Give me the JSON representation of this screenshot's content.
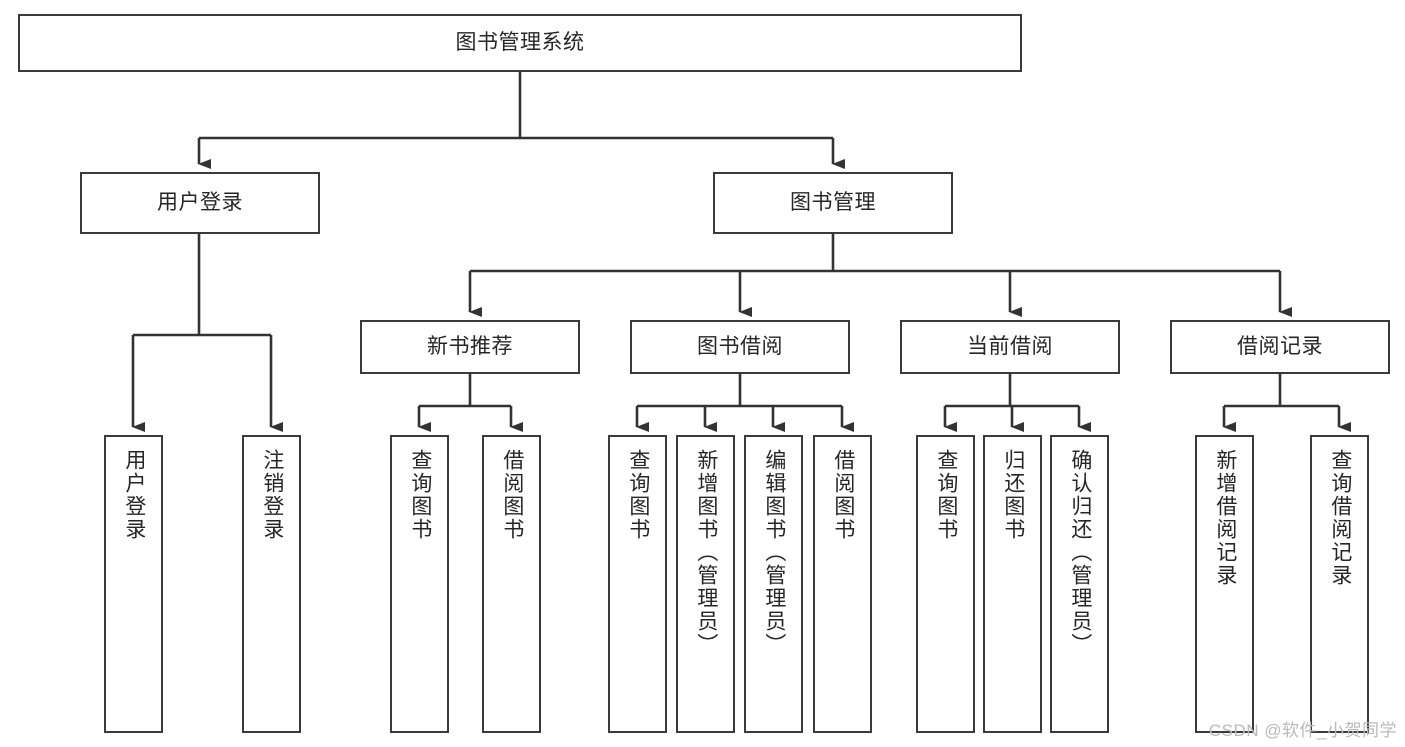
{
  "diagram": {
    "title": "图书管理系统",
    "type": "hierarchy-tree",
    "watermark": "CSDN @软件_小贺同学",
    "colors": {
      "box_border": "#3a3a3a",
      "box_fill": "#ffffff",
      "text": "#262626",
      "connector": "#333333",
      "watermark": "#b9b9b9",
      "background": "#ffffff"
    },
    "nodes": {
      "root": {
        "label": "图书管理系统"
      },
      "level1": [
        {
          "label": "用户登录"
        },
        {
          "label": "图书管理"
        }
      ],
      "level2": [
        {
          "label": "新书推荐"
        },
        {
          "label": "图书借阅"
        },
        {
          "label": "当前借阅"
        },
        {
          "label": "借阅记录"
        }
      ],
      "leaves": {
        "user_login": [
          {
            "label": "用户登录"
          },
          {
            "label": "注销登录"
          }
        ],
        "new_book_recommend": [
          {
            "label": "查询图书"
          },
          {
            "label": "借阅图书"
          }
        ],
        "book_borrow": [
          {
            "label": "查询图书"
          },
          {
            "label": "新增图书（管理员）"
          },
          {
            "label": "编辑图书（管理员）"
          },
          {
            "label": "借阅图书"
          }
        ],
        "current_borrow": [
          {
            "label": "查询图书"
          },
          {
            "label": "归还图书"
          },
          {
            "label": "确认归还（管理员）"
          }
        ],
        "borrow_record": [
          {
            "label": "新增借阅记录"
          },
          {
            "label": "查询借阅记录"
          }
        ]
      }
    }
  }
}
